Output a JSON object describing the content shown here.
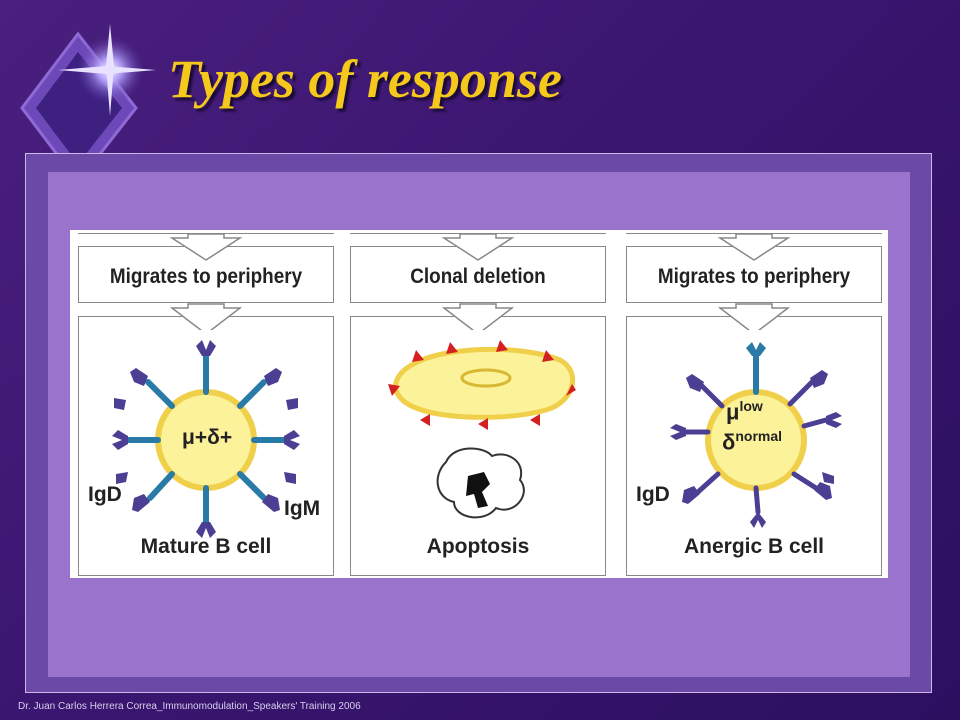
{
  "slide": {
    "title": "Types of response",
    "footer": "Dr. Juan Carlos Herrera Correa_Immunomodulation_Speakers' Training 2006"
  },
  "figure": {
    "columns": [
      {
        "step": "Migrates to periphery",
        "result": "Mature B cell",
        "inner_text": "μ+δ+",
        "left_receptor_label": "IgD",
        "right_receptor_label": "IgM"
      },
      {
        "step": "Clonal deletion",
        "result": "Apoptosis"
      },
      {
        "step": "Migrates to periphery",
        "result": "Anergic B cell",
        "inner_mu": "μ",
        "inner_mu_sup": "low",
        "inner_delta": "δ",
        "inner_delta_sup": "normal",
        "left_receptor_label": "IgD"
      }
    ]
  },
  "colors": {
    "title": "#f5c81c",
    "cell_fill": "#fbf29a",
    "cell_border": "#f0d04a",
    "igm_receptor": "#2a7aa8",
    "igd_receptor": "#4a3f92",
    "apoptosis_spike": "#d42020"
  }
}
